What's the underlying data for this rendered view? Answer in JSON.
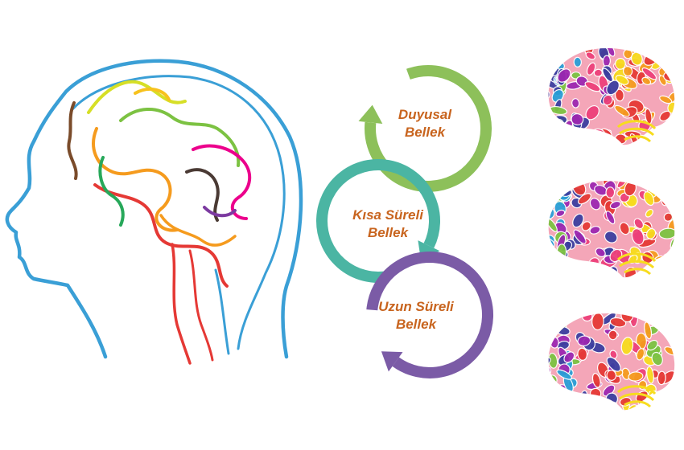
{
  "memory_cycle": {
    "stages": [
      {
        "line1": "Duyusal",
        "line2": "Bellek",
        "color": "#8dc05a"
      },
      {
        "line1": "Kısa Süreli",
        "line2": "Bellek",
        "color": "#4bb5a3"
      },
      {
        "line1": "Uzun Süreli",
        "line2": "Bellek",
        "color": "#7b5ba6"
      }
    ],
    "label_color": "#c8641e"
  },
  "head_outline_colors": [
    "#3a9fd6",
    "#d6df26",
    "#7cc242",
    "#e53935",
    "#f59b1e",
    "#ec008c",
    "#7a4b2a",
    "#27a85a",
    "#7c3aa0",
    "#f7c21e"
  ],
  "brain_colors": [
    "#e53935",
    "#f59b1e",
    "#f7dc1e",
    "#7cc242",
    "#2a9fd6",
    "#3b3fa0",
    "#9c27b0",
    "#ec407a"
  ]
}
